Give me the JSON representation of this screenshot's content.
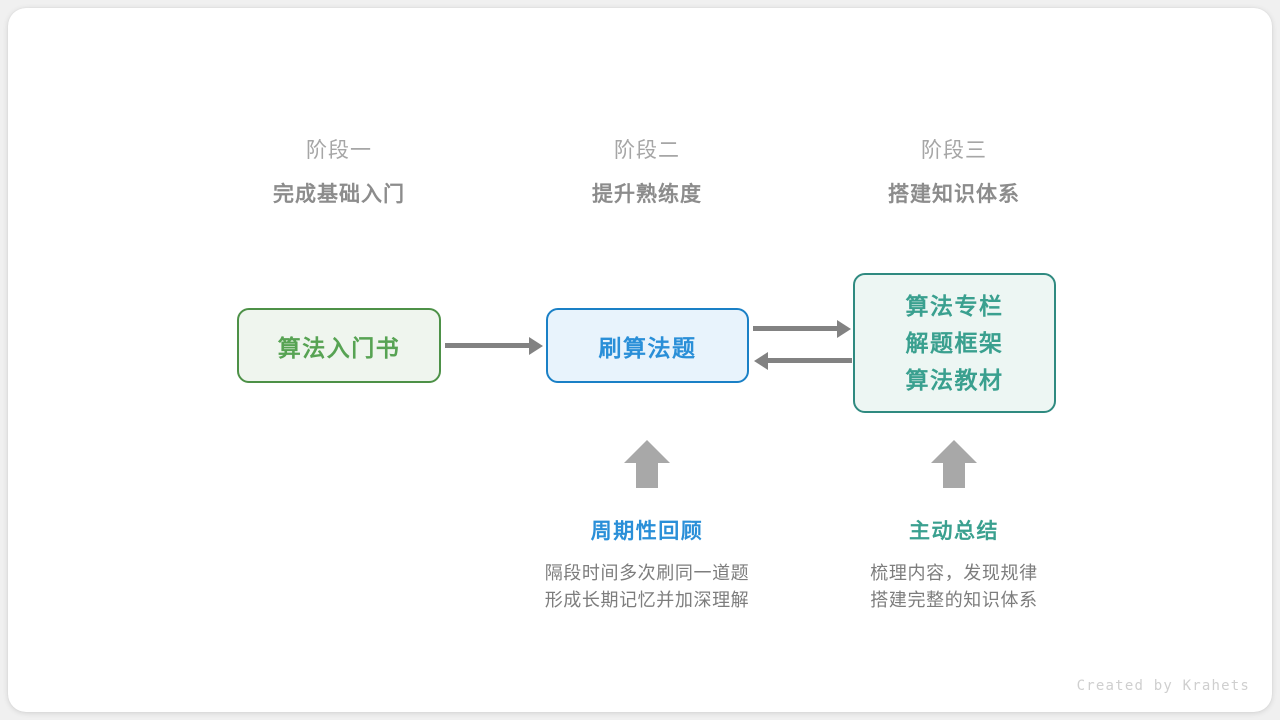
{
  "canvas": {
    "background_color": "#ffffff",
    "page_background": "#f0f0f0"
  },
  "stages": [
    {
      "number": "阶段一",
      "title": "完成基础入门"
    },
    {
      "number": "阶段二",
      "title": "提升熟练度"
    },
    {
      "number": "阶段三",
      "title": "搭建知识体系"
    }
  ],
  "nodes": {
    "book": {
      "label": "算法入门书",
      "text_color": "#57a353",
      "border_color": "#4d9147",
      "fill_color": "#eff5ee"
    },
    "practice": {
      "label": "刷算法题",
      "text_color": "#2a8fd8",
      "border_color": "#1a80c6",
      "fill_color": "#e8f3fc"
    },
    "resources": {
      "lines": [
        "算法专栏",
        "解题框架",
        "算法教材"
      ],
      "text_color": "#3aa08f",
      "border_color": "#2f8a80",
      "fill_color": "#edf6f3"
    }
  },
  "arrows": {
    "color": "#828282",
    "book_to_practice": "right",
    "practice_to_resources": "right",
    "resources_to_practice": "left",
    "up_to_practice": "up",
    "up_to_resources": "up"
  },
  "notes": [
    {
      "title": "周期性回顾",
      "title_color": "#2a8fd8",
      "desc_line_1": "隔段时间多次刷同一道题",
      "desc_line_2": "形成长期记忆并加深理解"
    },
    {
      "title": "主动总结",
      "title_color": "#3aa08f",
      "desc_line_1": "梳理内容，发现规律",
      "desc_line_2": "搭建完整的知识体系"
    }
  ],
  "credit": "Created by Krahets"
}
